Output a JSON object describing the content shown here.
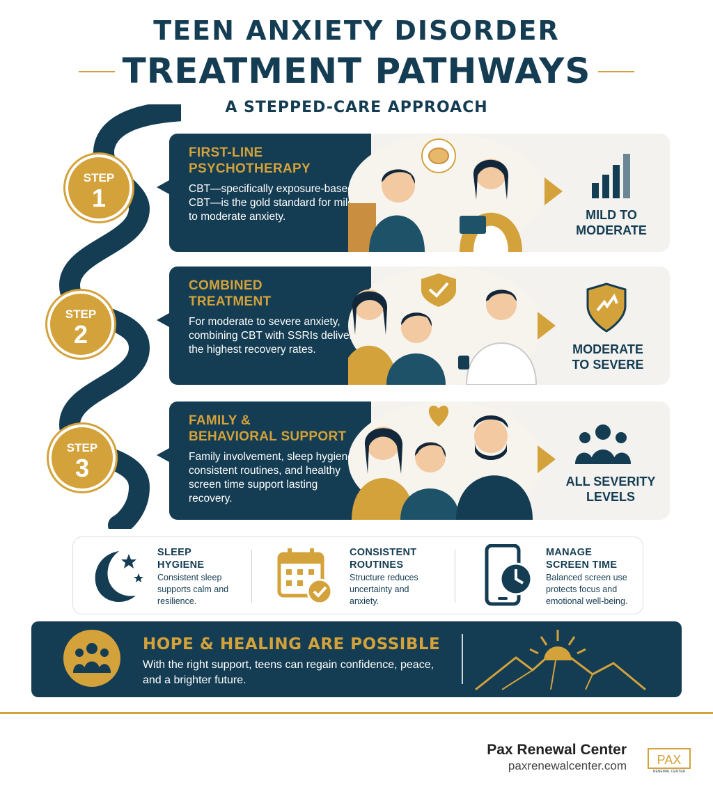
{
  "header": {
    "title_top": "TEEN ANXIETY DISORDER",
    "title_main": "TREATMENT PATHWAYS",
    "subtitle": "A STEPPED-CARE APPROACH"
  },
  "steps": [
    {
      "label": "STEP",
      "number": "1",
      "title_line1": "FIRST-LINE",
      "title_line2": "PSYCHOTHERAPY",
      "text": "CBT—specifically exposure-based CBT—is the gold standard for mild to moderate anxiety.",
      "severity_line1": "MILD TO",
      "severity_line2": "MODERATE",
      "severity_icon": "bar-chart-icon"
    },
    {
      "label": "STEP",
      "number": "2",
      "title_line1": "COMBINED",
      "title_line2": "TREATMENT",
      "text": "For moderate to severe anxiety, combining CBT with SSRIs delivers the highest recovery rates.",
      "severity_line1": "MODERATE",
      "severity_line2": "TO SEVERE",
      "severity_icon": "shield-icon"
    },
    {
      "label": "STEP",
      "number": "3",
      "title_line1": "FAMILY &",
      "title_line2": "BEHAVIORAL SUPPORT",
      "text": "Family involvement, sleep hygiene, consistent routines, and healthy screen time support lasting recovery.",
      "severity_line1": "ALL SEVERITY",
      "severity_line2": "LEVELS",
      "severity_icon": "people-group-icon"
    }
  ],
  "tips": [
    {
      "title_line1": "SLEEP",
      "title_line2": "HYGIENE",
      "text": "Consistent sleep supports calm and resilience.",
      "icon": "moon-stars-icon"
    },
    {
      "title_line1": "CONSISTENT",
      "title_line2": "ROUTINES",
      "text": "Structure reduces uncertainty and anxiety.",
      "icon": "calendar-check-icon"
    },
    {
      "title_line1": "MANAGE",
      "title_line2": "SCREEN TIME",
      "text": "Balanced screen use protects focus and emotional well-being.",
      "icon": "phone-clock-icon"
    }
  ],
  "hope": {
    "title": "HOPE & HEALING ARE POSSIBLE",
    "text": "With the right support, teens can regain confidence, peace, and a brighter future.",
    "icon": "people-group-icon",
    "art_icon": "mountain-sun-icon"
  },
  "footer": {
    "name": "Pax Renewal Center",
    "url": "paxrenewalcenter.com",
    "logo_text": "PAX",
    "logo_subtext": "RENEWAL CENTER"
  },
  "colors": {
    "navy": "#143c52",
    "gold": "#d3a23b",
    "card_bg": "#f3f2ef"
  }
}
